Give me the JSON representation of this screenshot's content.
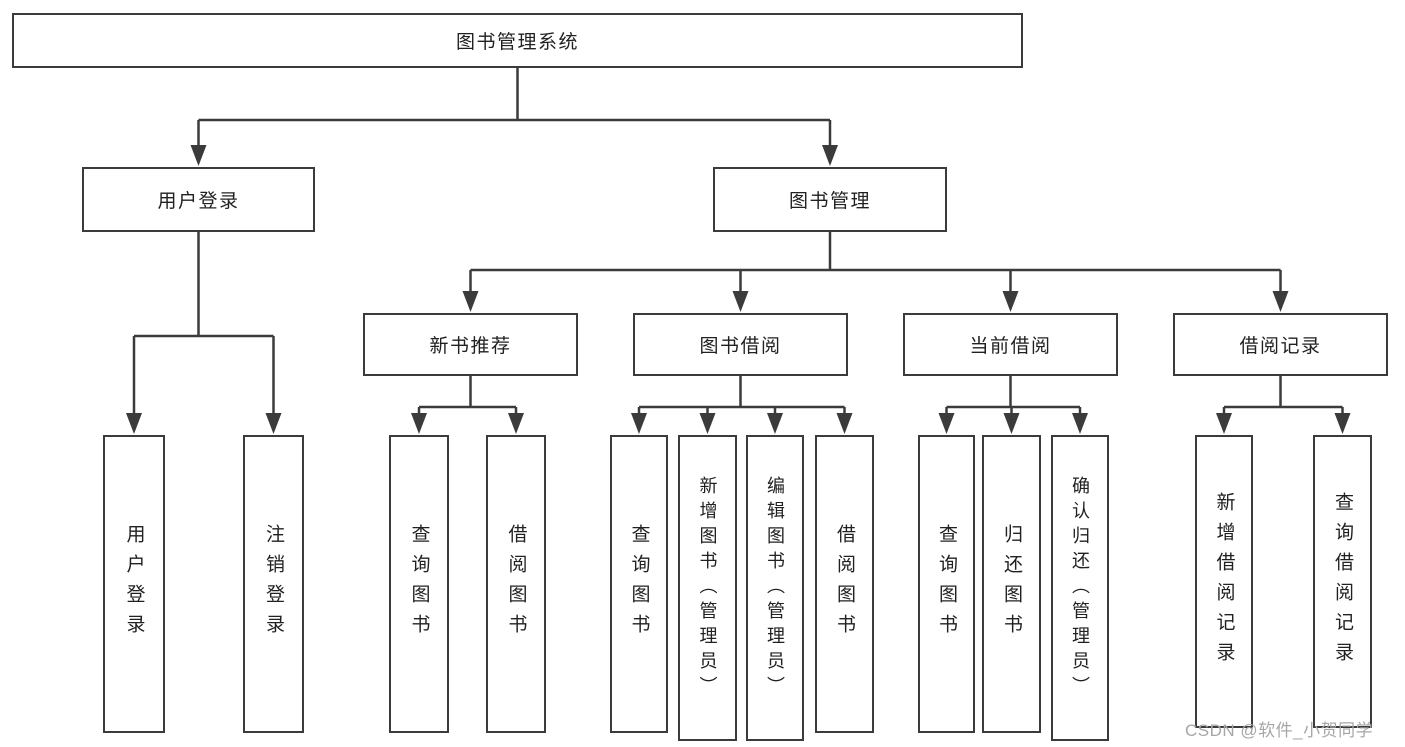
{
  "diagram": {
    "root": {
      "label": "图书管理系统"
    },
    "level2": {
      "user_login": {
        "label": "用户登录"
      },
      "book_mgmt": {
        "label": "图书管理"
      }
    },
    "level3": {
      "new_book_rec": {
        "label": "新书推荐"
      },
      "book_borrow": {
        "label": "图书借阅"
      },
      "current_borrow": {
        "label": "当前借阅"
      },
      "borrow_records": {
        "label": "借阅记录"
      }
    },
    "leaves": {
      "user_login": {
        "label": "用户登录"
      },
      "logout": {
        "label": "注销登录"
      },
      "nb_query_book": {
        "label": "查询图书"
      },
      "nb_borrow_book": {
        "label": "借阅图书"
      },
      "bb_query_book": {
        "label": "查询图书"
      },
      "bb_add_book": {
        "label": "新增图书（管理员）"
      },
      "bb_edit_book": {
        "label": "编辑图书（管理员）"
      },
      "bb_borrow_book": {
        "label": "借阅图书"
      },
      "cb_query_book": {
        "label": "查询图书"
      },
      "cb_return_book": {
        "label": "归还图书"
      },
      "cb_confirm_return": {
        "label": "确认归还（管理员）"
      },
      "br_add_record": {
        "label": "新增借阅记录"
      },
      "br_query_record": {
        "label": "查询借阅记录"
      }
    }
  },
  "watermark": {
    "text": "CSDN @软件_小贺同学"
  },
  "colors": {
    "line": "#3b3b3b",
    "text": "#212121",
    "watermark": "#a7a7a7",
    "background": "#ffffff"
  }
}
